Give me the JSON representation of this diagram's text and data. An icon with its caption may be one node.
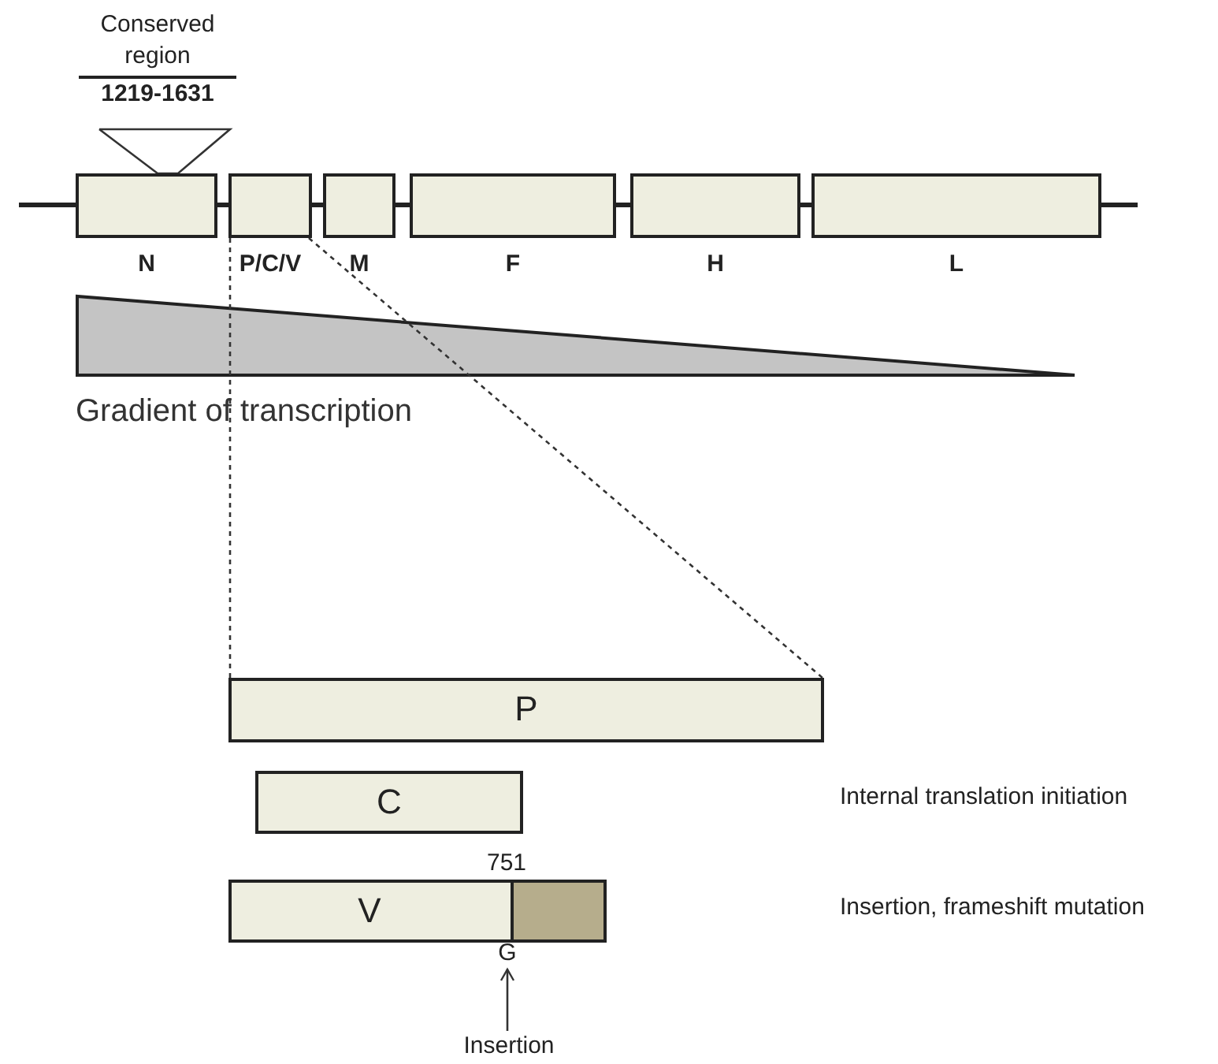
{
  "diagram": {
    "nodes": [
      {
        "text": [
          "N"
        ]
      },
      {
        "text": [
          "P/C/V"
        ]
      },
      {
        "text": [
          "M"
        ]
      },
      {
        "text": [
          "F"
        ]
      },
      {
        "text": [
          "H"
        ]
      },
      {
        "text": [
          "L"
        ]
      },
      {
        "text": [
          "P"
        ]
      },
      {
        "text": [
          "C"
        ]
      },
      {
        "text": [
          "V"
        ]
      },
      {
        "text": [],
        "shape": "box",
        "in": 8
      },
      {
        "text": [
          "G"
        ]
      },
      {
        "text": [
          "Insertion"
        ]
      },
      {
        "text": [
          "Conserved region",
          "1219-1631"
        ]
      }
    ],
    "edges": [
      {
        "from": 1,
        "to": 6,
        "arrow": "none",
        "style": "dashed"
      },
      {
        "from": 1,
        "to": 6,
        "arrow": "none",
        "style": "dashed"
      },
      {
        "from": 12,
        "to": 0,
        "arrow": "none"
      },
      {
        "from": 11,
        "to": 10,
        "arrow": "to"
      }
    ],
    "labels": [
      "Gradient of transcription",
      "Internal translation initiation",
      "751",
      "Insertion, frameshift mutation"
    ]
  }
}
